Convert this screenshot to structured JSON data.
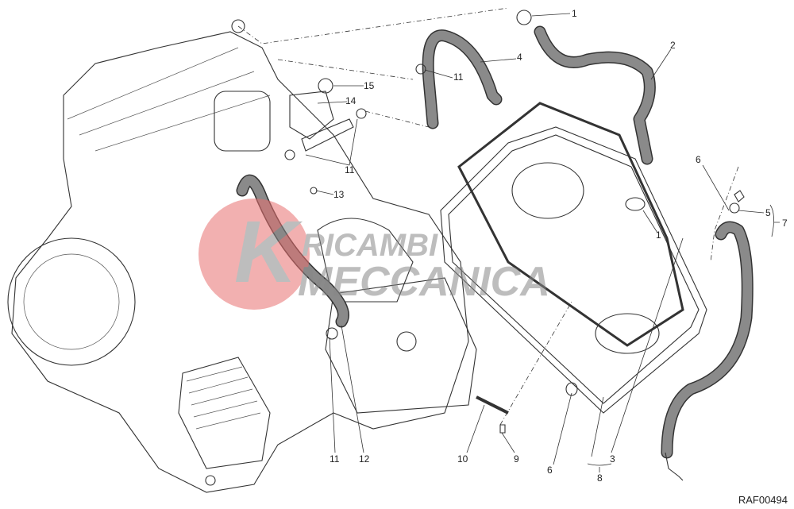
{
  "diagram": {
    "drawing_code": "RAF00494",
    "watermark": {
      "line1": "RICAMBI",
      "line2": "MECCANICA",
      "color": "#e04040"
    },
    "callouts": [
      {
        "id": "c1a",
        "label": "1"
      },
      {
        "id": "c2",
        "label": "2"
      },
      {
        "id": "c4",
        "label": "4"
      },
      {
        "id": "c11a",
        "label": "11"
      },
      {
        "id": "c15",
        "label": "15"
      },
      {
        "id": "c14",
        "label": "14"
      },
      {
        "id": "c11b",
        "label": "11"
      },
      {
        "id": "c13",
        "label": "13"
      },
      {
        "id": "c6a",
        "label": "6"
      },
      {
        "id": "c5",
        "label": "5"
      },
      {
        "id": "c7",
        "label": "7"
      },
      {
        "id": "c1b",
        "label": "1"
      },
      {
        "id": "c11c",
        "label": "11"
      },
      {
        "id": "c12",
        "label": "12"
      },
      {
        "id": "c10",
        "label": "10"
      },
      {
        "id": "c9",
        "label": "9"
      },
      {
        "id": "c6b",
        "label": "6"
      },
      {
        "id": "c3",
        "label": "3"
      },
      {
        "id": "c8",
        "label": "8"
      }
    ]
  }
}
